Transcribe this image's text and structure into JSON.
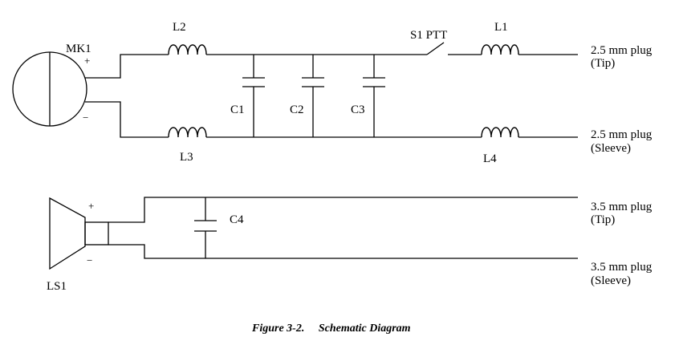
{
  "labels": {
    "mk1": "MK1",
    "l1": "L1",
    "l2": "L2",
    "l3": "L3",
    "l4": "L4",
    "c1": "C1",
    "c2": "C2",
    "c3": "C3",
    "c4": "C4",
    "s1": "S1 PTT",
    "ls1": "LS1",
    "plus": "+",
    "minus": "−"
  },
  "plugs": {
    "p1_line1": "2.5 mm plug",
    "p1_line2": "(Tip)",
    "p2_line1": "2.5 mm plug",
    "p2_line2": "(Sleeve)",
    "p3_line1": "3.5 mm plug",
    "p3_line2": "(Tip)",
    "p4_line1": "3.5 mm plug",
    "p4_line2": "(Sleeve)"
  },
  "caption": "Figure 3-2.  Schematic Diagram"
}
